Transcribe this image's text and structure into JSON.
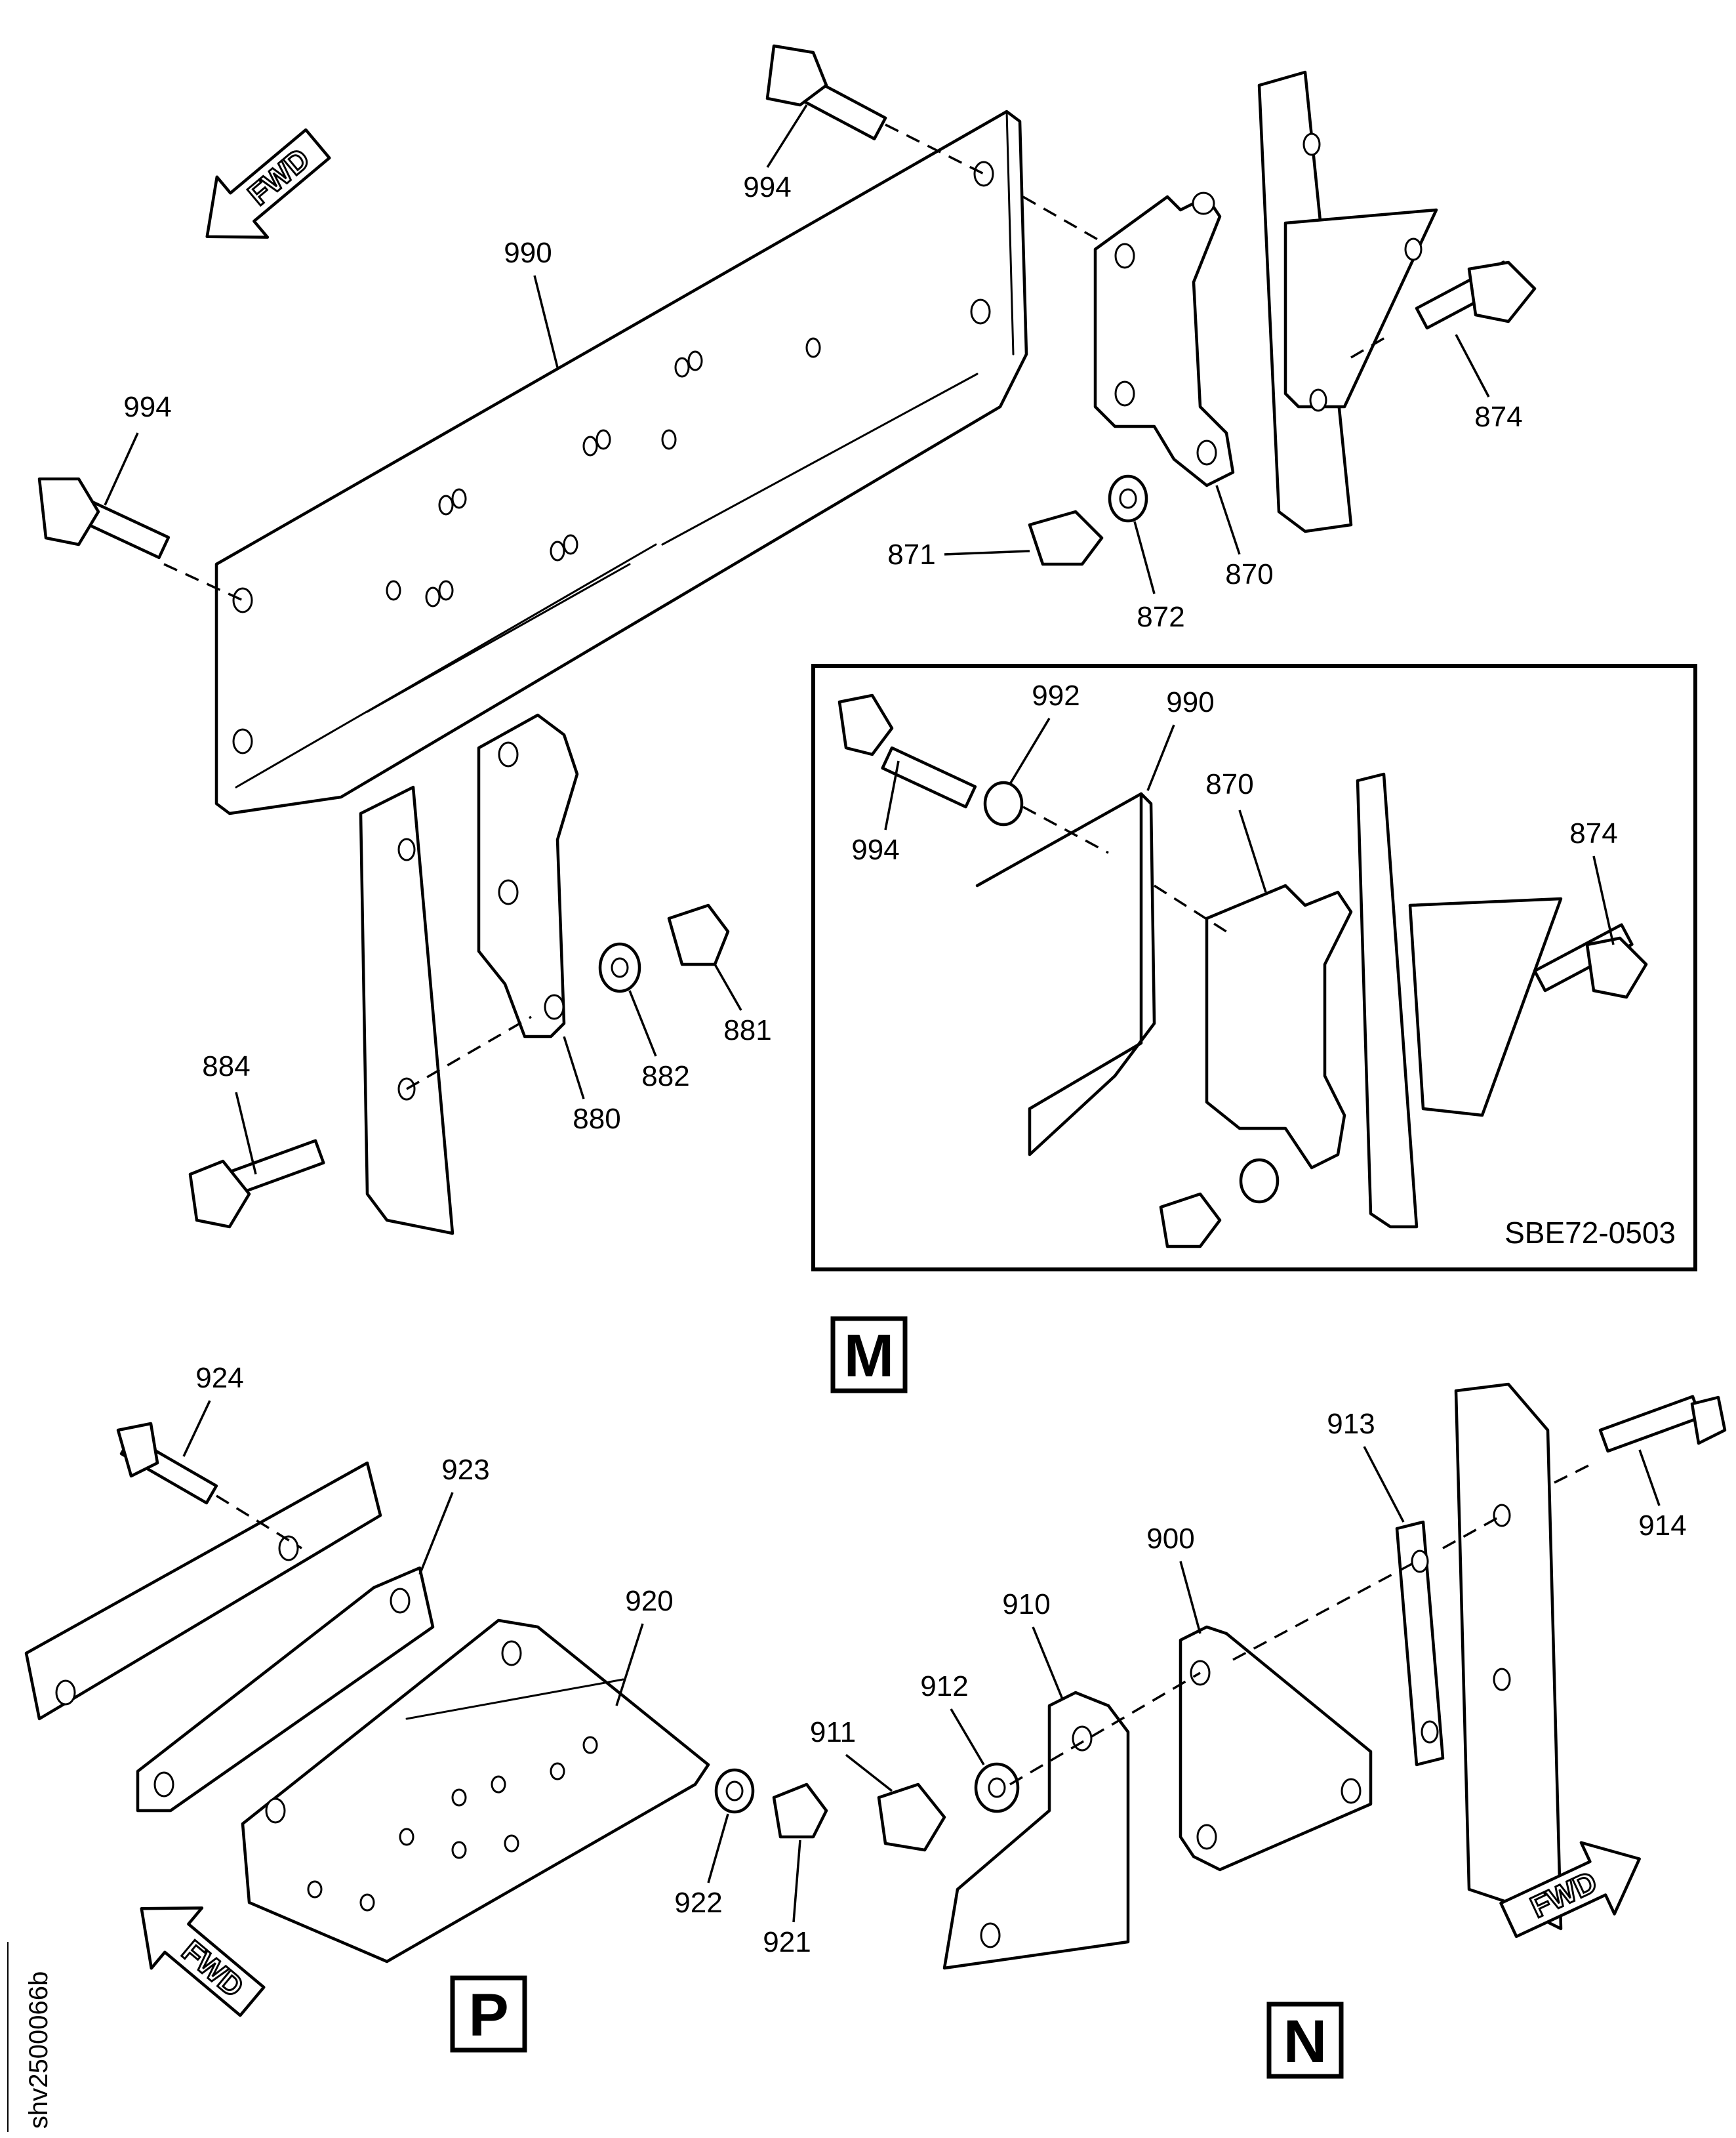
{
  "views": [
    {
      "letter": "M"
    },
    {
      "letter": "P"
    },
    {
      "letter": "N"
    }
  ],
  "direction_arrow_label": "FWD",
  "inset": {
    "code": "SBE72-0503"
  },
  "sheet_id": "shv2500066b",
  "labels": {
    "l994a": "994",
    "l990": "990",
    "l994b": "994",
    "l874": "874",
    "l871": "871",
    "l872": "872",
    "l870": "870",
    "l884": "884",
    "l880": "880",
    "l882": "882",
    "l881": "881",
    "i992": "992",
    "i990": "990",
    "i994": "994",
    "i870": "870",
    "i874": "874",
    "l924": "924",
    "l923": "923",
    "l920": "920",
    "l922": "922",
    "l921": "921",
    "l911": "911",
    "l912": "912",
    "l910": "910",
    "l900": "900",
    "l913": "913",
    "l914": "914"
  }
}
